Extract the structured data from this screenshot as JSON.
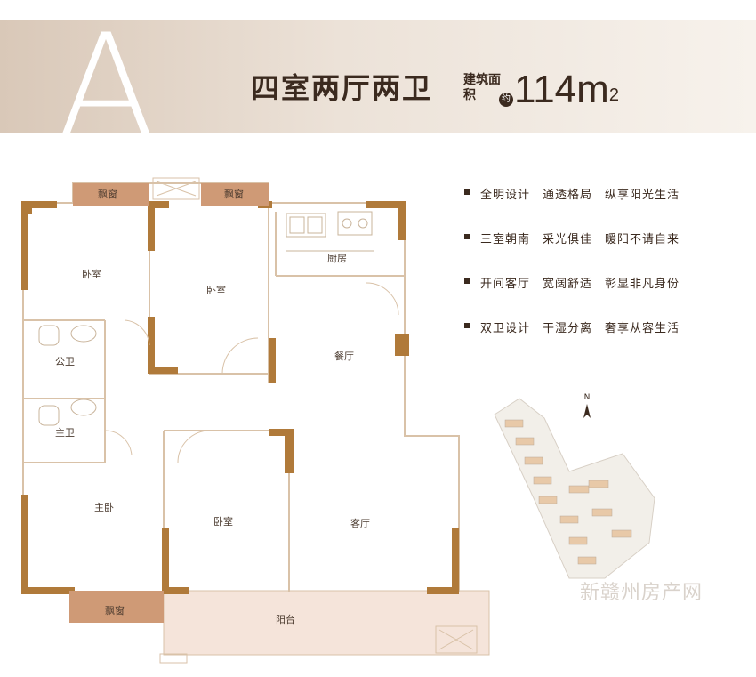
{
  "header": {
    "letter": "A",
    "title": "四室两厅两卫",
    "area_label": "建筑面积",
    "approx": "约",
    "area_value": "114m",
    "area_unit_sup": "2"
  },
  "features": [
    "全明设计　通透格局　纵享阳光生活",
    "三室朝南　采光俱佳　暖阳不请自来",
    "开间客厅　宽阔舒适　彰显非凡身份",
    "双卫设计　干湿分离　奢享从容生活"
  ],
  "rooms": {
    "bay_window_1": "飘窗",
    "bay_window_2": "飘窗",
    "bay_window_3": "飘窗",
    "bedroom_nw": "卧室",
    "bedroom_n": "卧室",
    "kitchen": "厨房",
    "dining": "餐厅",
    "public_bath": "公卫",
    "master_bath": "主卫",
    "master_bedroom": "主卧",
    "bedroom_s": "卧室",
    "living": "客厅",
    "balcony": "阳台"
  },
  "compass": {
    "label": "N"
  },
  "watermark": "新赣州房产网",
  "colors": {
    "wall": "#b07a3a",
    "bay_window": "#cf9a76",
    "balcony": "#f5e4da",
    "line": "#d9c2a8"
  }
}
